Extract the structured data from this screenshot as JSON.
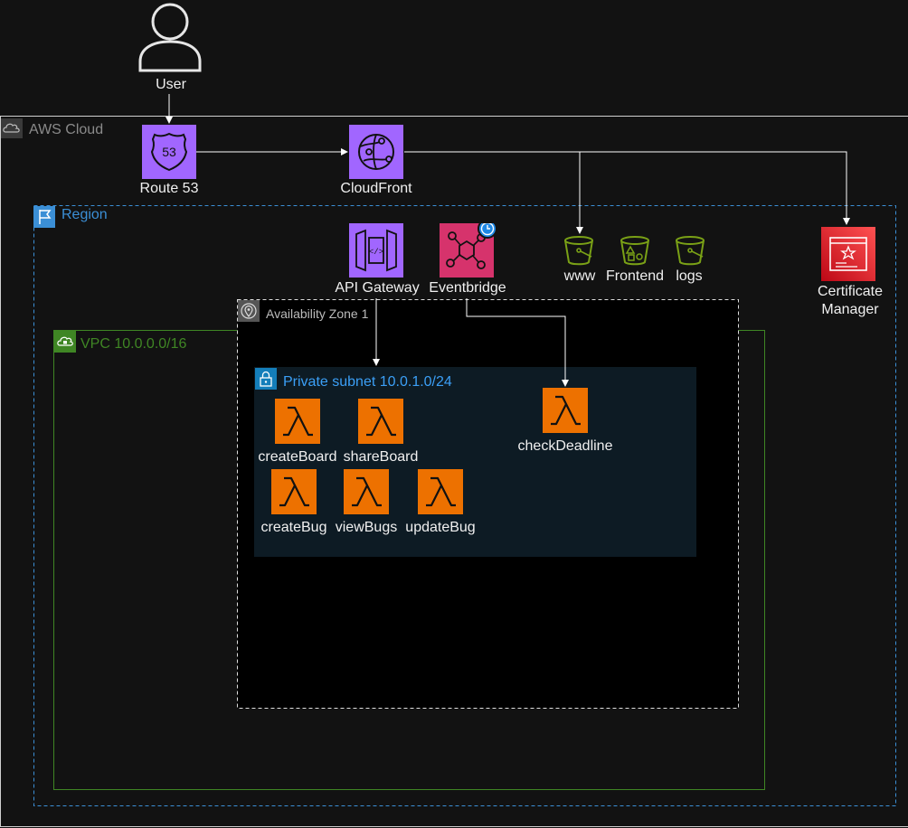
{
  "user": {
    "label": "User"
  },
  "aws_cloud": {
    "label": "AWS Cloud"
  },
  "region": {
    "label": "Region"
  },
  "availability_zone": {
    "label": "Availability Zone 1"
  },
  "vpc": {
    "label": "VPC 10.0.0.0/16"
  },
  "private_subnet": {
    "label": "Private subnet 10.0.1.0/24"
  },
  "services": {
    "route53": {
      "label": "Route 53",
      "icon_text": "53"
    },
    "cloudfront": {
      "label": "CloudFront"
    },
    "api_gateway": {
      "label": "API Gateway"
    },
    "eventbridge": {
      "label": "Eventbridge"
    },
    "certificate_manager": {
      "label": "Certificate\nManager"
    }
  },
  "buckets": [
    {
      "label": "www"
    },
    {
      "label": "Frontend"
    },
    {
      "label": "logs"
    }
  ],
  "lambdas": [
    {
      "label": "createBoard"
    },
    {
      "label": "shareBoard"
    },
    {
      "label": "checkDeadline"
    },
    {
      "label": "createBug"
    },
    {
      "label": "viewBugs"
    },
    {
      "label": "updateBug"
    }
  ],
  "colors": {
    "networking": "#a166ff",
    "integration": "#d6336c",
    "compute": "#ed7100",
    "storage": "#7aa116",
    "security": "#dd344c",
    "region_border": "#3b8fd6",
    "vpc_border": "#3f8624",
    "subnet_bg": "#0d1b24"
  }
}
